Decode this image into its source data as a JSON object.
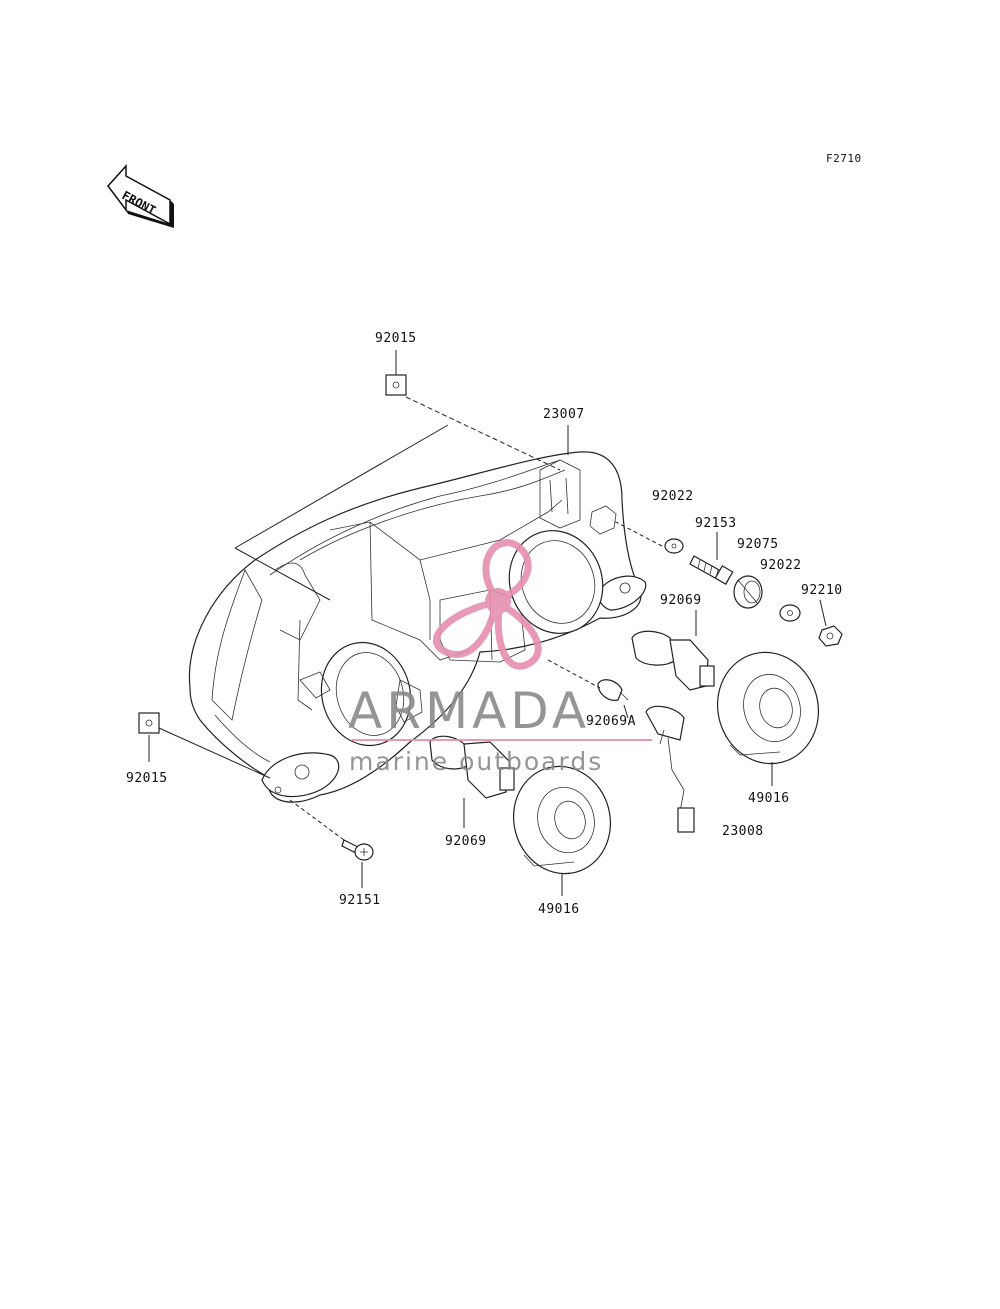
{
  "figure_code": "F2710",
  "front_marker": "FRONT",
  "watermark": {
    "brand": "ARMADA",
    "tagline": "marine outboards",
    "logo_color": "#e58fb0",
    "text_color": "#8a8a8a"
  },
  "parts": [
    {
      "id": "p-92015-top",
      "number": "92015"
    },
    {
      "id": "p-23007",
      "number": "23007"
    },
    {
      "id": "p-92022-a",
      "number": "92022"
    },
    {
      "id": "p-92153",
      "number": "92153"
    },
    {
      "id": "p-92075",
      "number": "92075"
    },
    {
      "id": "p-92022-b",
      "number": "92022"
    },
    {
      "id": "p-92210",
      "number": "92210"
    },
    {
      "id": "p-92069-r",
      "number": "92069"
    },
    {
      "id": "p-92069A",
      "number": "92069A"
    },
    {
      "id": "p-49016-r",
      "number": "49016"
    },
    {
      "id": "p-23008",
      "number": "23008"
    },
    {
      "id": "p-92015-left",
      "number": "92015"
    },
    {
      "id": "p-92069-l",
      "number": "92069"
    },
    {
      "id": "p-92151",
      "number": "92151"
    },
    {
      "id": "p-49016-l",
      "number": "49016"
    }
  ]
}
